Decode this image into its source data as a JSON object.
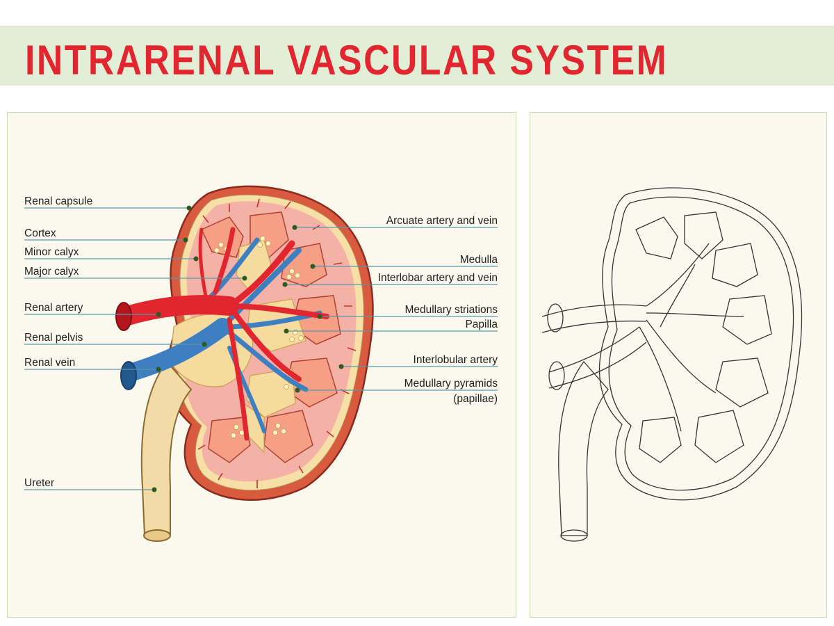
{
  "title": "INTRARENAL VASCULAR SYSTEM",
  "colors": {
    "title": "#e2262f",
    "band": "#e3eed6",
    "panel": "#fbf9ee",
    "panel_border": "#c6dcb0",
    "artery": "#e2262f",
    "vein": "#3e7fc1",
    "cortex": "#f2b7ad",
    "pyramid": "#f3a78f",
    "calyx": "#f5dc9e",
    "leader": "#5b97a6",
    "dot": "#2f5b22"
  },
  "labels": {
    "left": {
      "renal_capsule": "Renal capsule",
      "cortex": "Cortex",
      "minor_calyx": "Minor calyx",
      "major_calyx": "Major calyx",
      "renal_artery": "Renal artery",
      "renal_pelvis": "Renal pelvis",
      "renal_vein": "Renal vein",
      "ureter": "Ureter"
    },
    "right": {
      "arcuate": "Arcuate artery and vein",
      "medulla": "Medulla",
      "interlobar": "Interlobar artery and vein",
      "medullary_striations": "Medullary striations",
      "papilla": "Papilla",
      "interlobular": "Interlobular artery",
      "medullary_pyramids_1": "Medullary pyramids",
      "medullary_pyramids_2": "(papillae)"
    }
  }
}
